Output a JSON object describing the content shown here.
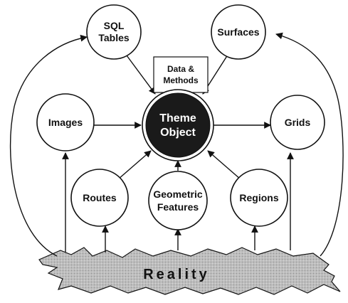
{
  "diagram": {
    "center": {
      "line1": "Theme",
      "line2": "Object"
    },
    "data_box": {
      "line1": "Data &",
      "line2": "Methods"
    },
    "nodes": {
      "sql_tables": {
        "line1": "SQL",
        "line2": "Tables"
      },
      "surfaces": {
        "label": "Surfaces"
      },
      "images": {
        "label": "Images"
      },
      "grids": {
        "label": "Grids"
      },
      "routes": {
        "label": "Routes"
      },
      "geometric_features": {
        "line1": "Geometric",
        "line2": "Features"
      },
      "regions": {
        "label": "Regions"
      }
    },
    "reality": {
      "label": "Reality"
    }
  },
  "colors": {
    "ink": "#111111",
    "center_fill": "#1a1a1a",
    "reality_fill": "#b8b8b8",
    "background": "#ffffff"
  }
}
